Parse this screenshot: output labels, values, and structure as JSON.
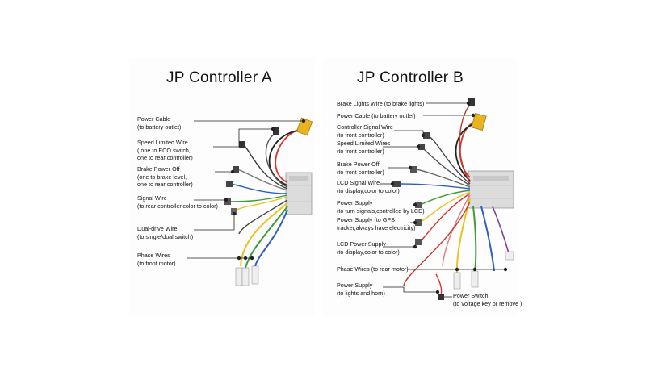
{
  "controller_a": {
    "title": "JP Controller A",
    "labels": {
      "power_cable": [
        "Power Cable",
        "(to battery outlet)"
      ],
      "speed_limited": [
        "Speed Limited Wire",
        "( one to ECO switch,",
        "one to rear controller)"
      ],
      "brake_power": [
        "Brake Power Off",
        "(one to brake level,",
        "one to rear controller)"
      ],
      "signal_wire": [
        "Signal Wire",
        "(to rear controller,color to color)"
      ],
      "dual_drive": [
        "Dual-drive Wire",
        "(to single/dual switch)"
      ],
      "phase_wires": [
        "Phase Wires",
        "(to front motor)"
      ]
    }
  },
  "controller_b": {
    "title": "JP Controller B",
    "labels": {
      "brake_lights": [
        "Brake Lights Wire  (to brake lights)"
      ],
      "power_cable": [
        "Power Cable  (to battery outlet)"
      ],
      "controller_signal": [
        "Controller Signal Wire",
        "(to front controller)"
      ],
      "speed_limited": [
        "Speed Limited Wires",
        "(to front controller)"
      ],
      "brake_power": [
        "Brake Power Off",
        "(to front controller)"
      ],
      "lcd_signal": [
        "LCD Signal Wire",
        "(to display,color to color)"
      ],
      "power_supply_turn": [
        "Power Supply",
        "(to turn signals,controlled by LCD)"
      ],
      "power_supply_gps": [
        "Power Supply (to GPS",
        "tracker,always have electricity)"
      ],
      "lcd_power": [
        "LCD Power Supply",
        "(to display,color to color)"
      ],
      "phase_wires": [
        "Phase Wires  (to rear motor)"
      ],
      "power_supply_lights": [
        "Power Supply",
        "(to lights and horn)"
      ],
      "power_switch": [
        "Power Switch",
        "(to voltage key or remove )"
      ]
    }
  },
  "colors": {
    "wire_red": "#d6342a",
    "wire_yellow": "#e8c21e",
    "wire_blue": "#2f5fc4",
    "wire_green": "#3f9a3a",
    "connector_yellow": "#e9b422",
    "housing": "#d8d8d8"
  }
}
